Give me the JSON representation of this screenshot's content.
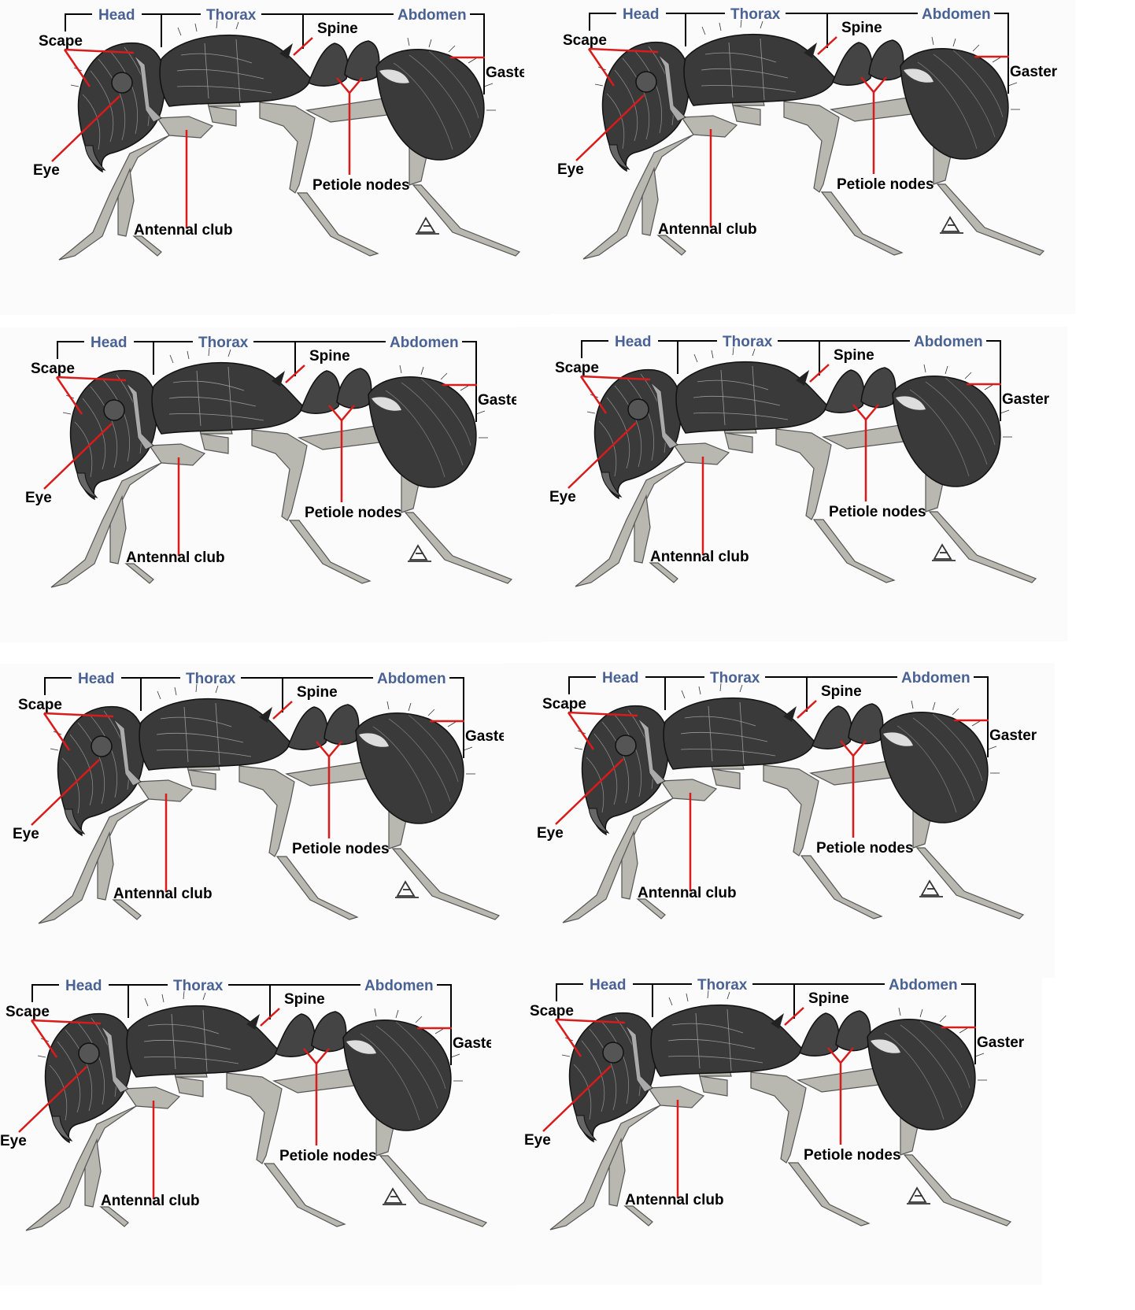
{
  "labels": {
    "head": "Head",
    "thorax": "Thorax",
    "abdomen": "Abdomen",
    "scape": "Scape",
    "spine": "Spine",
    "gaster": "Gaster",
    "eye": "Eye",
    "petiole_nodes": "Petiole nodes",
    "antennal_club": "Antennal club"
  },
  "colors": {
    "region_label": "#4a6293",
    "pointer_line": "#d81b1b",
    "bracket_line": "#000000",
    "ant_body": "#3a3a3a",
    "ant_legs": "#b8b8b0"
  },
  "icons": {
    "watermark": "triangle-signature-icon",
    "figure": "ant-side-view-illustration"
  },
  "panel_count": 8
}
